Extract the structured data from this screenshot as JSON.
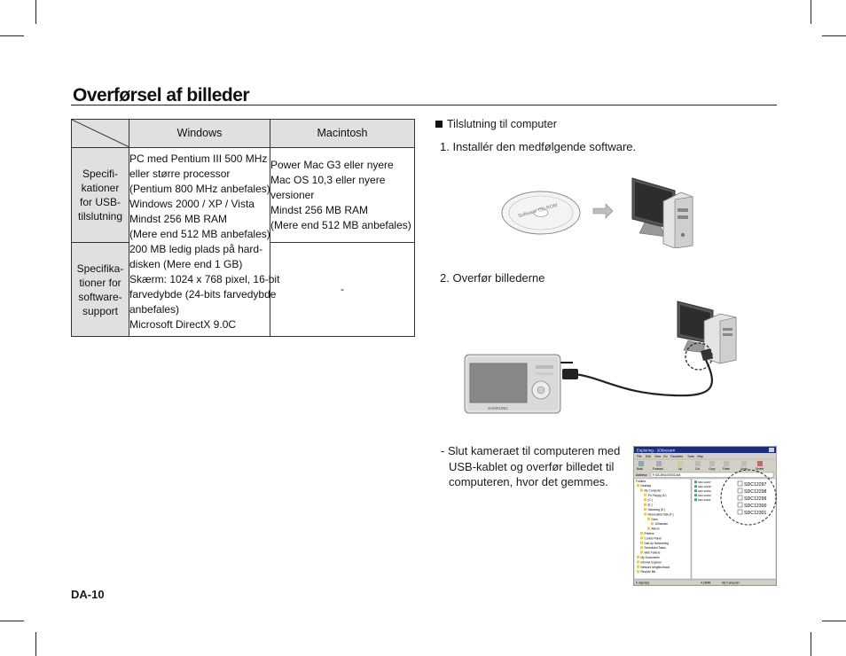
{
  "page": {
    "title": "Overførsel af billeder",
    "page_number": "DA-10"
  },
  "table": {
    "col_windows": "Windows",
    "col_mac": "Macintosh",
    "row1_header": [
      "Specifi-",
      "kationer",
      "for USB-",
      "tilslutning"
    ],
    "row2_header": [
      "Specifika-",
      "tioner for",
      "software-",
      "support"
    ],
    "windows_lines": [
      "PC med Pentium III 500 MHz",
      "eller større processor",
      "(Pentium 800 MHz anbefales)",
      "Windows 2000 / XP / Vista",
      "Mindst 256 MB RAM",
      "(Mere end 512 MB anbefales)",
      "200 MB ledig plads på hard-",
      "disken (Mere end 1 GB)",
      "Skærm: 1024 x 768 pixel, 16-bit",
      "farvedybde (24-bits farvedybde",
      "anbefales)",
      "Microsoft DirectX 9.0C"
    ],
    "mac_lines": [
      "Power Mac G3 eller nyere",
      "Mac OS 10,3 eller nyere",
      "versioner",
      "Mindst 256 MB RAM",
      "(Mere end 512 MB anbefales)"
    ],
    "mac_software": "-"
  },
  "right": {
    "heading": "Tilslutning til computer",
    "step1": "1. Installér den medfølgende software.",
    "step2": "2. Overfør billederne",
    "note_lines": [
      "- Slut kameraet til computeren med",
      "USB-kablet og overfør billedet til",
      "computeren, hvor det gemmes."
    ]
  },
  "illustrations": {
    "cd_label": "Software CD-ROM",
    "camera_brand": "SAMSUNG",
    "explorer": {
      "title": "Exploring - 100sscam",
      "menu": [
        "File",
        "Edit",
        "View",
        "Go",
        "Favorites",
        "Tools",
        "Help"
      ],
      "toolbar": [
        "Back",
        "Forward",
        "Up",
        "Cut",
        "Copy",
        "Paste",
        "Undo",
        "Delete"
      ],
      "address_label": "Address",
      "address": "F:\\DCIM\\100SSCAM",
      "folders_label": "Folders",
      "tree": [
        "Desktop",
        "My Computer",
        "3½ Floppy (A:)",
        "(C:)",
        "(E:)",
        "Samsung (E:)",
        "Removable Disk (F:)",
        "Dcim",
        "100sscam",
        "Album",
        "Printers",
        "Control Panel",
        "Dial-Up Networking",
        "Scheduled Tasks",
        "Web Folders",
        "My Documents",
        "Internet Explorer",
        "Network Neighborhood",
        "Recycle Bin"
      ],
      "files": [
        "SDC12297",
        "SDC12298",
        "SDC12299",
        "SDC12300",
        "SDC12301"
      ],
      "status_left": "5 object(s)",
      "status_size": "4.29MB",
      "status_right": "My Computer"
    }
  }
}
